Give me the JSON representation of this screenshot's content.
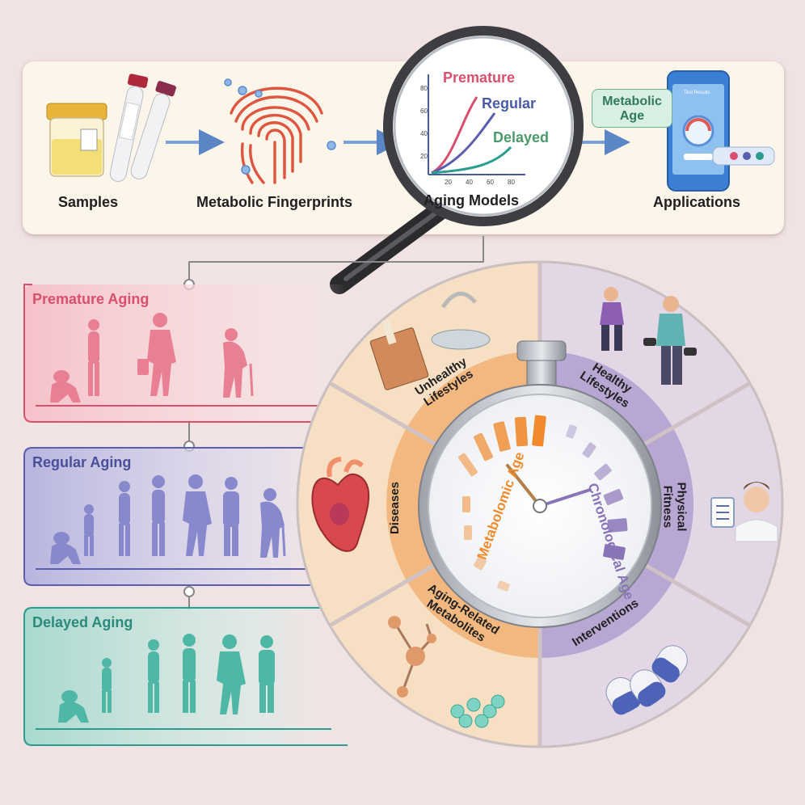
{
  "pipeline": {
    "samples": "Samples",
    "fingerprints": "Metabolic Fingerprints",
    "models": "Aging Models",
    "applications": "Applications",
    "curve_premature": "Premature",
    "curve_regular": "Regular",
    "curve_delayed": "Delayed",
    "yticks": [
      "80",
      "60",
      "40",
      "20"
    ],
    "xticks": [
      "20",
      "40",
      "60",
      "80"
    ],
    "bubble": "Metabolic Age",
    "bubble_line1": "Metabolic",
    "bubble_line2": "Age",
    "phone_header": "Test Results"
  },
  "aging": {
    "premature": "Premature Aging",
    "regular": "Regular Aging",
    "delayed": "Delayed Aging"
  },
  "wheel": {
    "unhealthy_1": "Unhealthy",
    "unhealthy_2": "Lifestyles",
    "diseases": "Diseases",
    "metabolites_1": "Aging-Related",
    "metabolites_2": "Metabolites",
    "healthy_1": "Healthy",
    "healthy_2": "Lifestyles",
    "fitness_1": "Physical",
    "fitness_2": "Fitness",
    "interventions": "Interventions",
    "metabolomic_age": "Metabolomic Age",
    "chronological_age": "Chronological Age"
  },
  "colors": {
    "premature": "#d9506e",
    "regular": "#5a5fad",
    "delayed": "#2a9d8f",
    "orange": "#f08a2c",
    "purple": "#8a74b8"
  }
}
